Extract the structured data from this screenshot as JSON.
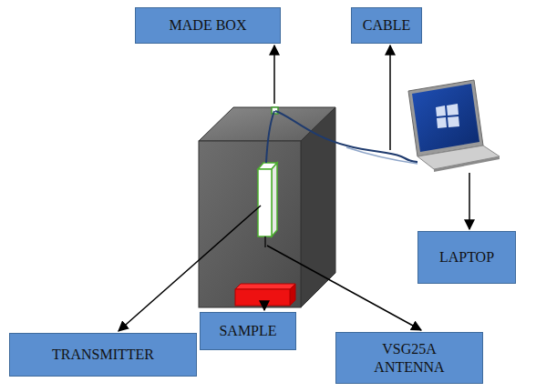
{
  "diagram": {
    "nodes": [
      {
        "text": [
          "MADE BOX"
        ]
      },
      {
        "text": [
          "CABLE"
        ]
      },
      {
        "text": [
          "LAPTOP"
        ]
      },
      {
        "text": [
          "TRANSMITTER"
        ]
      },
      {
        "text": [
          "SAMPLE"
        ]
      },
      {
        "text": [
          "VSG25A ANTENNA"
        ]
      }
    ]
  }
}
